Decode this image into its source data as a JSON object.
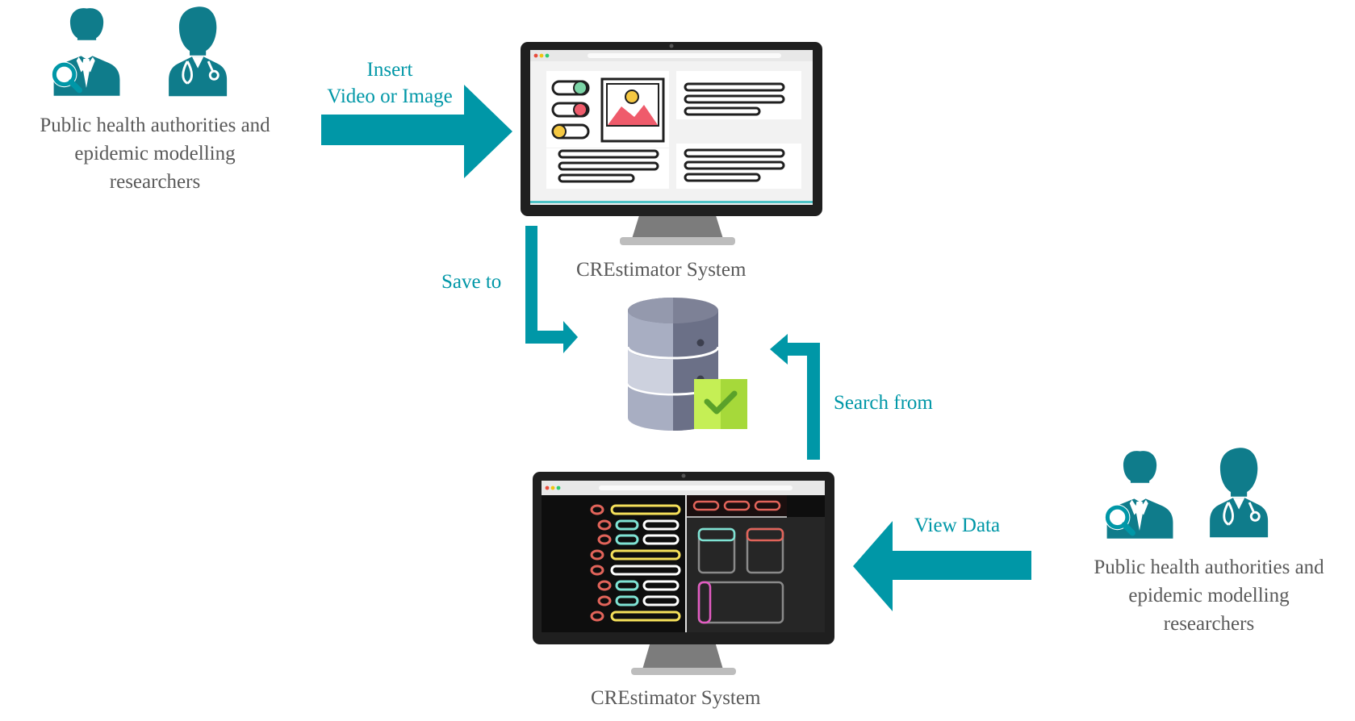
{
  "colors": {
    "accent": "#0097a7",
    "text": "#595959",
    "person": "#0f7c8b"
  },
  "top_users": {
    "lines": [
      "Public health authorities and",
      "epidemic modelling",
      "researchers"
    ]
  },
  "bottom_users": {
    "lines": [
      "Public health authorities and",
      "epidemic modelling",
      "researchers"
    ]
  },
  "arrows": {
    "insert": [
      "Insert",
      "Video or Image"
    ],
    "save": "Save to",
    "search": "Search from",
    "view": "View Data"
  },
  "systems": {
    "top_label": "CREstimator System",
    "bottom_label": "CREstimator System"
  },
  "icons": [
    "analyst-person-icon",
    "doctor-person-icon",
    "monitor-icon",
    "database-icon",
    "check-icon"
  ]
}
